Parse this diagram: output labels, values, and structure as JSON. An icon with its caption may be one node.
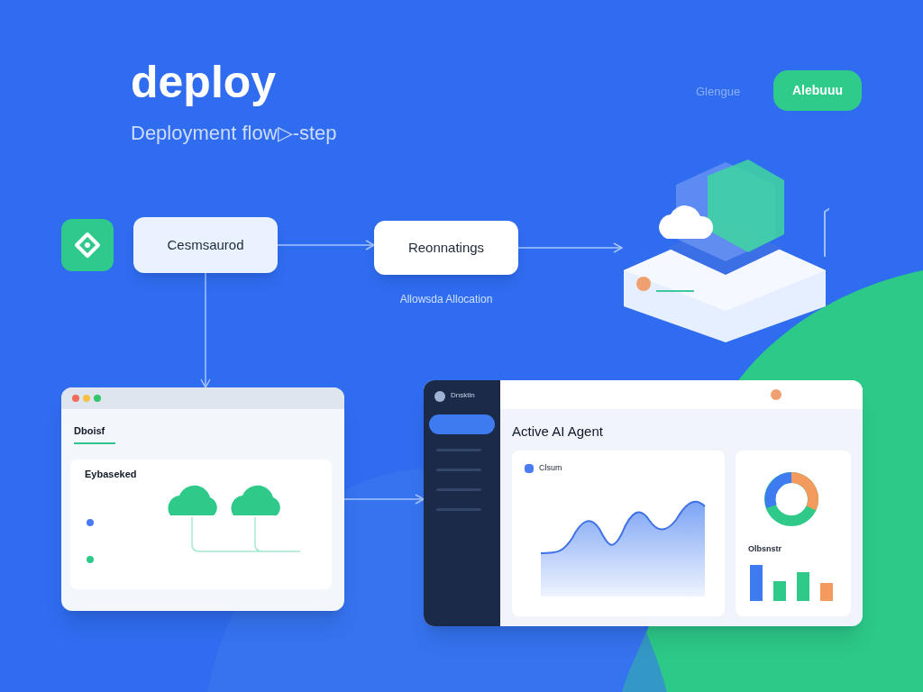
{
  "diagram": {
    "title": "deploy",
    "nodes": [
      {
        "text": [
          "Cesmsaurod"
        ]
      },
      {
        "text": [
          "Reonnatings"
        ],
        "beside": [
          "Allowsda Allocation"
        ]
      },
      {
        "text": [],
        "shape": "picture"
      },
      {
        "text": [
          "Dboisf",
          "Eybaseked"
        ]
      },
      {
        "text": [
          "Dnsktin",
          "Active AI Agent",
          "Clsum",
          "Olbsnstr"
        ]
      }
    ],
    "edges": [
      {
        "from": 0,
        "to": 1,
        "arrow": "to"
      },
      {
        "from": 1,
        "to": 2,
        "arrow": "to"
      },
      {
        "from": 0,
        "to": 3,
        "arrow": "to"
      },
      {
        "from": 3,
        "to": 4,
        "arrow": "to"
      }
    ],
    "labels": [
      "Deployment flow▷-step",
      "Glengue",
      "Alebuuu"
    ]
  }
}
